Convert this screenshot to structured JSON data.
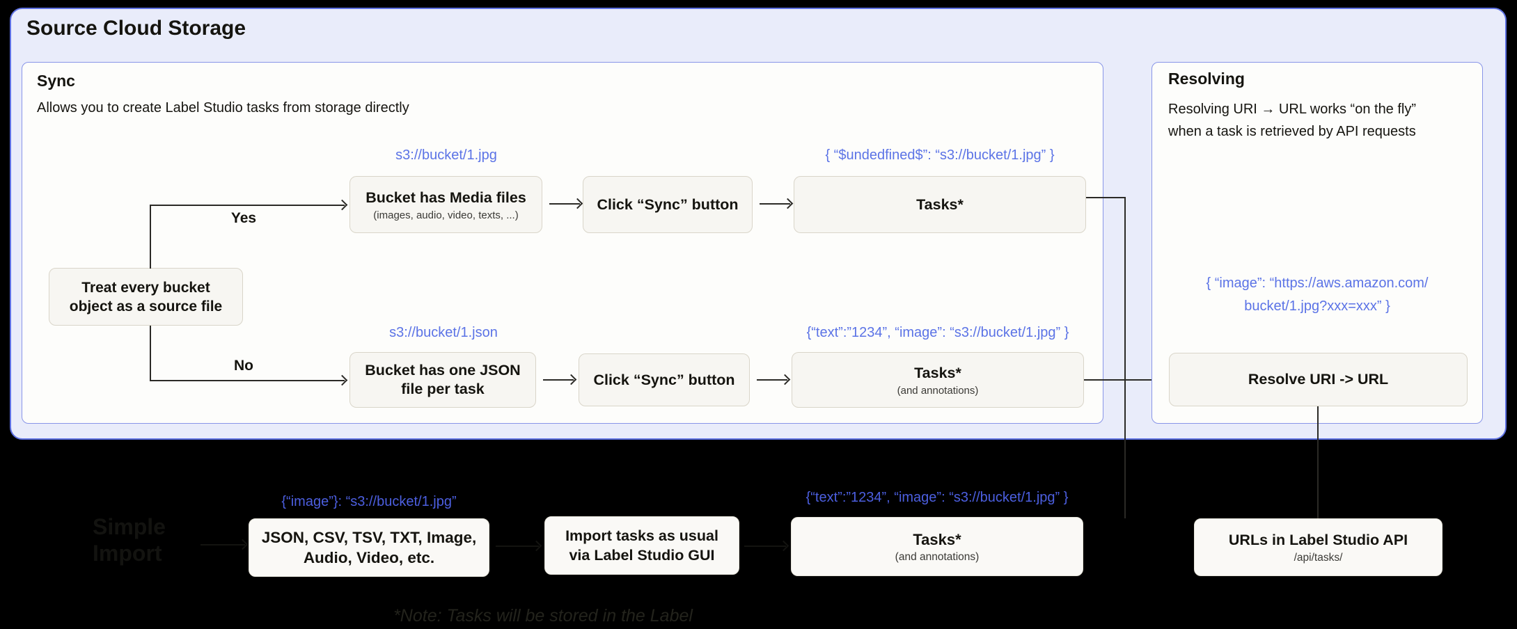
{
  "page": {
    "title": "Source Cloud Storage"
  },
  "colors": {
    "background": "#000000",
    "container_fill": "#e9ecfa",
    "container_border": "#5d70e2",
    "panel_fill": "#fdfdfb",
    "node_fill": "#f7f6f2",
    "blue_text": "#5b73e6",
    "line": "#2b2a26"
  },
  "sync_panel": {
    "title": "Sync",
    "subtitle": "Allows you to create Label Studio tasks from storage directly",
    "decision_label": "Treat every bucket object as a source file",
    "yes_label": "Yes",
    "no_label": "No",
    "row_media": {
      "uri_label": "s3://bucket/1.jpg",
      "bucket_title": "Bucket has Media files",
      "bucket_subtitle": "(images, audio, video, texts, ...)",
      "sync_button_title": "Click “Sync” button",
      "json_label": "{ “$undedfined$”: “s3://bucket/1.jpg” }",
      "tasks_title": "Tasks*"
    },
    "row_json": {
      "uri_label": "s3://bucket/1.json",
      "bucket_title": "Bucket has one JSON file per task",
      "sync_button_title": "Click “Sync” button",
      "json_label": "{“text”:”1234”,  “image”: “s3://bucket/1.jpg” }",
      "tasks_title": "Tasks*",
      "tasks_subtitle": "(and annotations)"
    }
  },
  "resolving_panel": {
    "title": "Resolving",
    "description_line1": "Resolving URI → URL works “on the fly”",
    "description_line2": "when a task is retrieved by API requests",
    "json_line1": "{ “image”: “https://aws.amazon.com/",
    "json_line2": "bucket/1.jpg?xxx=xxx” }",
    "resolve_title": "Resolve URI -> URL"
  },
  "import_flow": {
    "hidden_title": "Simple Import",
    "files_json_label": "{“image”}: “s3://bucket/1.jpg”",
    "files_title": "JSON, CSV, TSV, TXT, Image, Audio, Video, etc.",
    "import_title": "Import tasks as usual via Label Studio GUI",
    "tasks_json_label": "{“text”:”1234”,  “image”: “s3://bucket/1.jpg” }",
    "tasks_title": "Tasks*",
    "tasks_subtitle": "(and annotations)",
    "api_title": "URLs in Label Studio API",
    "api_subtitle": "/api/tasks/"
  },
  "footnote": "*Note: Tasks will be stored in the Label Studio DB"
}
